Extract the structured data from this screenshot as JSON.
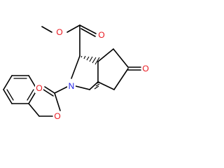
{
  "atoms": {
    "ester_carbonyl_o": "O",
    "ester_methoxy_o": "O",
    "ketone_o": "O",
    "ring_n": "N",
    "carbamate_carbonyl_o": "O",
    "carbamate_ester_o": "O"
  },
  "colors": {
    "oxygen": "#e8141b",
    "nitrogen": "#1919e6",
    "bond": "#000000",
    "background": "#ffffff"
  }
}
